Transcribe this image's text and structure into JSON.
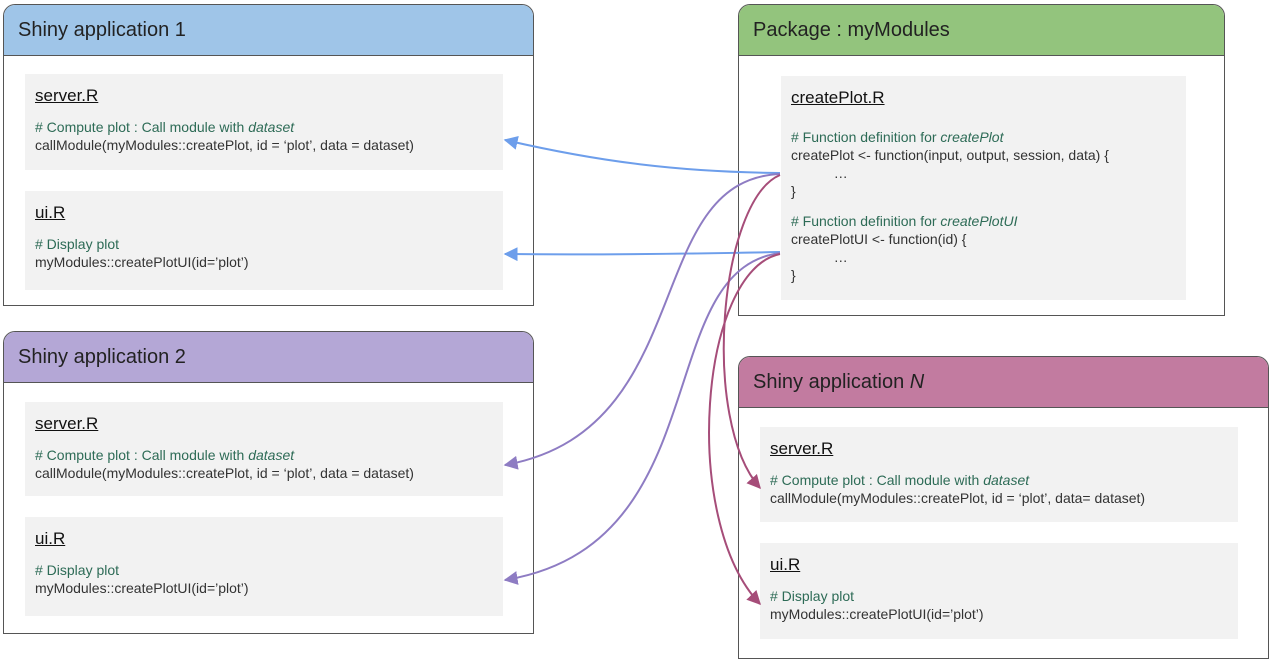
{
  "colors": {
    "blue_header": "#9fc5e8",
    "purple_header": "#b4a7d6",
    "green_header": "#93c47d",
    "pink_header": "#c27ba0",
    "blue_arrow": "#6d9eeb",
    "purple_arrow": "#8e7cc3",
    "maroon_arrow": "#a64d79",
    "code_background": "#f2f2f2",
    "comment_text": "#2d6b56"
  },
  "app1": {
    "title": "Shiny application 1",
    "server": {
      "filename": "server.R",
      "comment": "# Compute plot : Call module with ",
      "comment_em": "dataset",
      "code": "callModule(myModules::createPlot, id = ‘plot’, data = dataset)"
    },
    "ui": {
      "filename": "ui.R",
      "comment": "# Display plot",
      "code": "myModules::createPlotUI(id=’plot’)"
    }
  },
  "app2": {
    "title": "Shiny application 2",
    "server": {
      "filename": "server.R",
      "comment": "# Compute plot : Call module with ",
      "comment_em": "dataset",
      "code": "callModule(myModules::createPlot, id = ‘plot’, data = dataset)"
    },
    "ui": {
      "filename": "ui.R",
      "comment": "# Display plot",
      "code": "myModules::createPlotUI(id=’plot’)"
    }
  },
  "package": {
    "title": "Package : myModules",
    "filename": "createPlot.R",
    "block1": {
      "comment": "# Function definition for ",
      "comment_em": "createPlot",
      "line1": "createPlot <- function(input, output, session, data) {",
      "line2": "           …",
      "line3": "}"
    },
    "block2": {
      "comment": "# Function definition for ",
      "comment_em": "createPlotUI",
      "line1": "createPlotUI <- function(id) {",
      "line2": "           …",
      "line3": "}"
    }
  },
  "appN": {
    "title_prefix": "Shiny application ",
    "title_em": "N",
    "server": {
      "filename": "server.R",
      "comment": "# Compute plot : Call module with ",
      "comment_em": "dataset",
      "code": "callModule(myModules::createPlot, id = ‘plot’, data= dataset)"
    },
    "ui": {
      "filename": "ui.R",
      "comment": "# Display plot",
      "code": "myModules::createPlotUI(id=’plot’)"
    }
  }
}
